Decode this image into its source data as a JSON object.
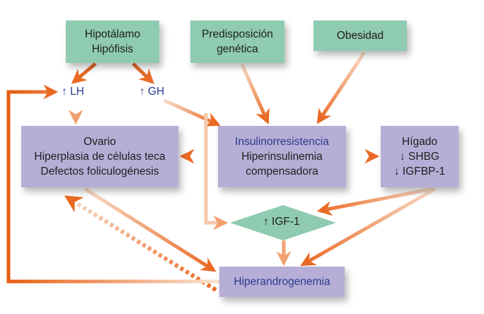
{
  "nodes": {
    "hipotalamo": {
      "lines": [
        "Hipotálamo",
        "Hipófisis"
      ]
    },
    "predisposicion": {
      "lines": [
        "Predisposición",
        "genética"
      ]
    },
    "obesidad": {
      "lines": [
        "Obesidad"
      ]
    },
    "lh": {
      "text": "↑ LH"
    },
    "gh": {
      "text": "↑ GH"
    },
    "ovario": {
      "lines": [
        "Ovario",
        "Hiperplasia de células teca",
        "Defectos foliculogénesis"
      ]
    },
    "insulino": {
      "lines": [
        "Insulinorresistencia",
        "Hiperinsulinemia",
        "compensadora"
      ]
    },
    "higado": {
      "lines": [
        "Hígado",
        "↓ SHBG",
        "↓ IGFBP-1"
      ]
    },
    "igf1": {
      "text": "↑ IGF-1"
    },
    "hiperandrogenemia": {
      "text": "Hiperandrogenemia"
    }
  },
  "edges": [
    {
      "from": "hipotalamo",
      "to": "lh",
      "style": "solid"
    },
    {
      "from": "hipotalamo",
      "to": "gh",
      "style": "solid"
    },
    {
      "from": "lh",
      "to": "ovario",
      "style": "solid"
    },
    {
      "from": "gh",
      "to": "insulino",
      "style": "solid"
    },
    {
      "from": "gh",
      "to": "igf1",
      "style": "solid"
    },
    {
      "from": "predisposicion",
      "to": "insulino",
      "style": "solid"
    },
    {
      "from": "obesidad",
      "to": "insulino",
      "style": "solid"
    },
    {
      "from": "insulino",
      "to": "ovario",
      "style": "solid"
    },
    {
      "from": "insulino",
      "to": "higado",
      "style": "solid"
    },
    {
      "from": "higado",
      "to": "igf1",
      "style": "solid"
    },
    {
      "from": "higado",
      "to": "hiperandrogenemia",
      "style": "solid"
    },
    {
      "from": "igf1",
      "to": "hiperandrogenemia",
      "style": "solid"
    },
    {
      "from": "ovario",
      "to": "hiperandrogenemia",
      "style": "solid"
    },
    {
      "from": "hiperandrogenemia",
      "to": "ovario",
      "style": "dotted"
    },
    {
      "from": "hiperandrogenemia",
      "to": "lh",
      "style": "solid"
    }
  ],
  "colors": {
    "arrow": "#ea6a25",
    "arrow_light": "#f6d2ba",
    "green_box": "#8fcbb0",
    "violet_box": "#b6aed6",
    "blue_text": "#2a3a8c"
  }
}
